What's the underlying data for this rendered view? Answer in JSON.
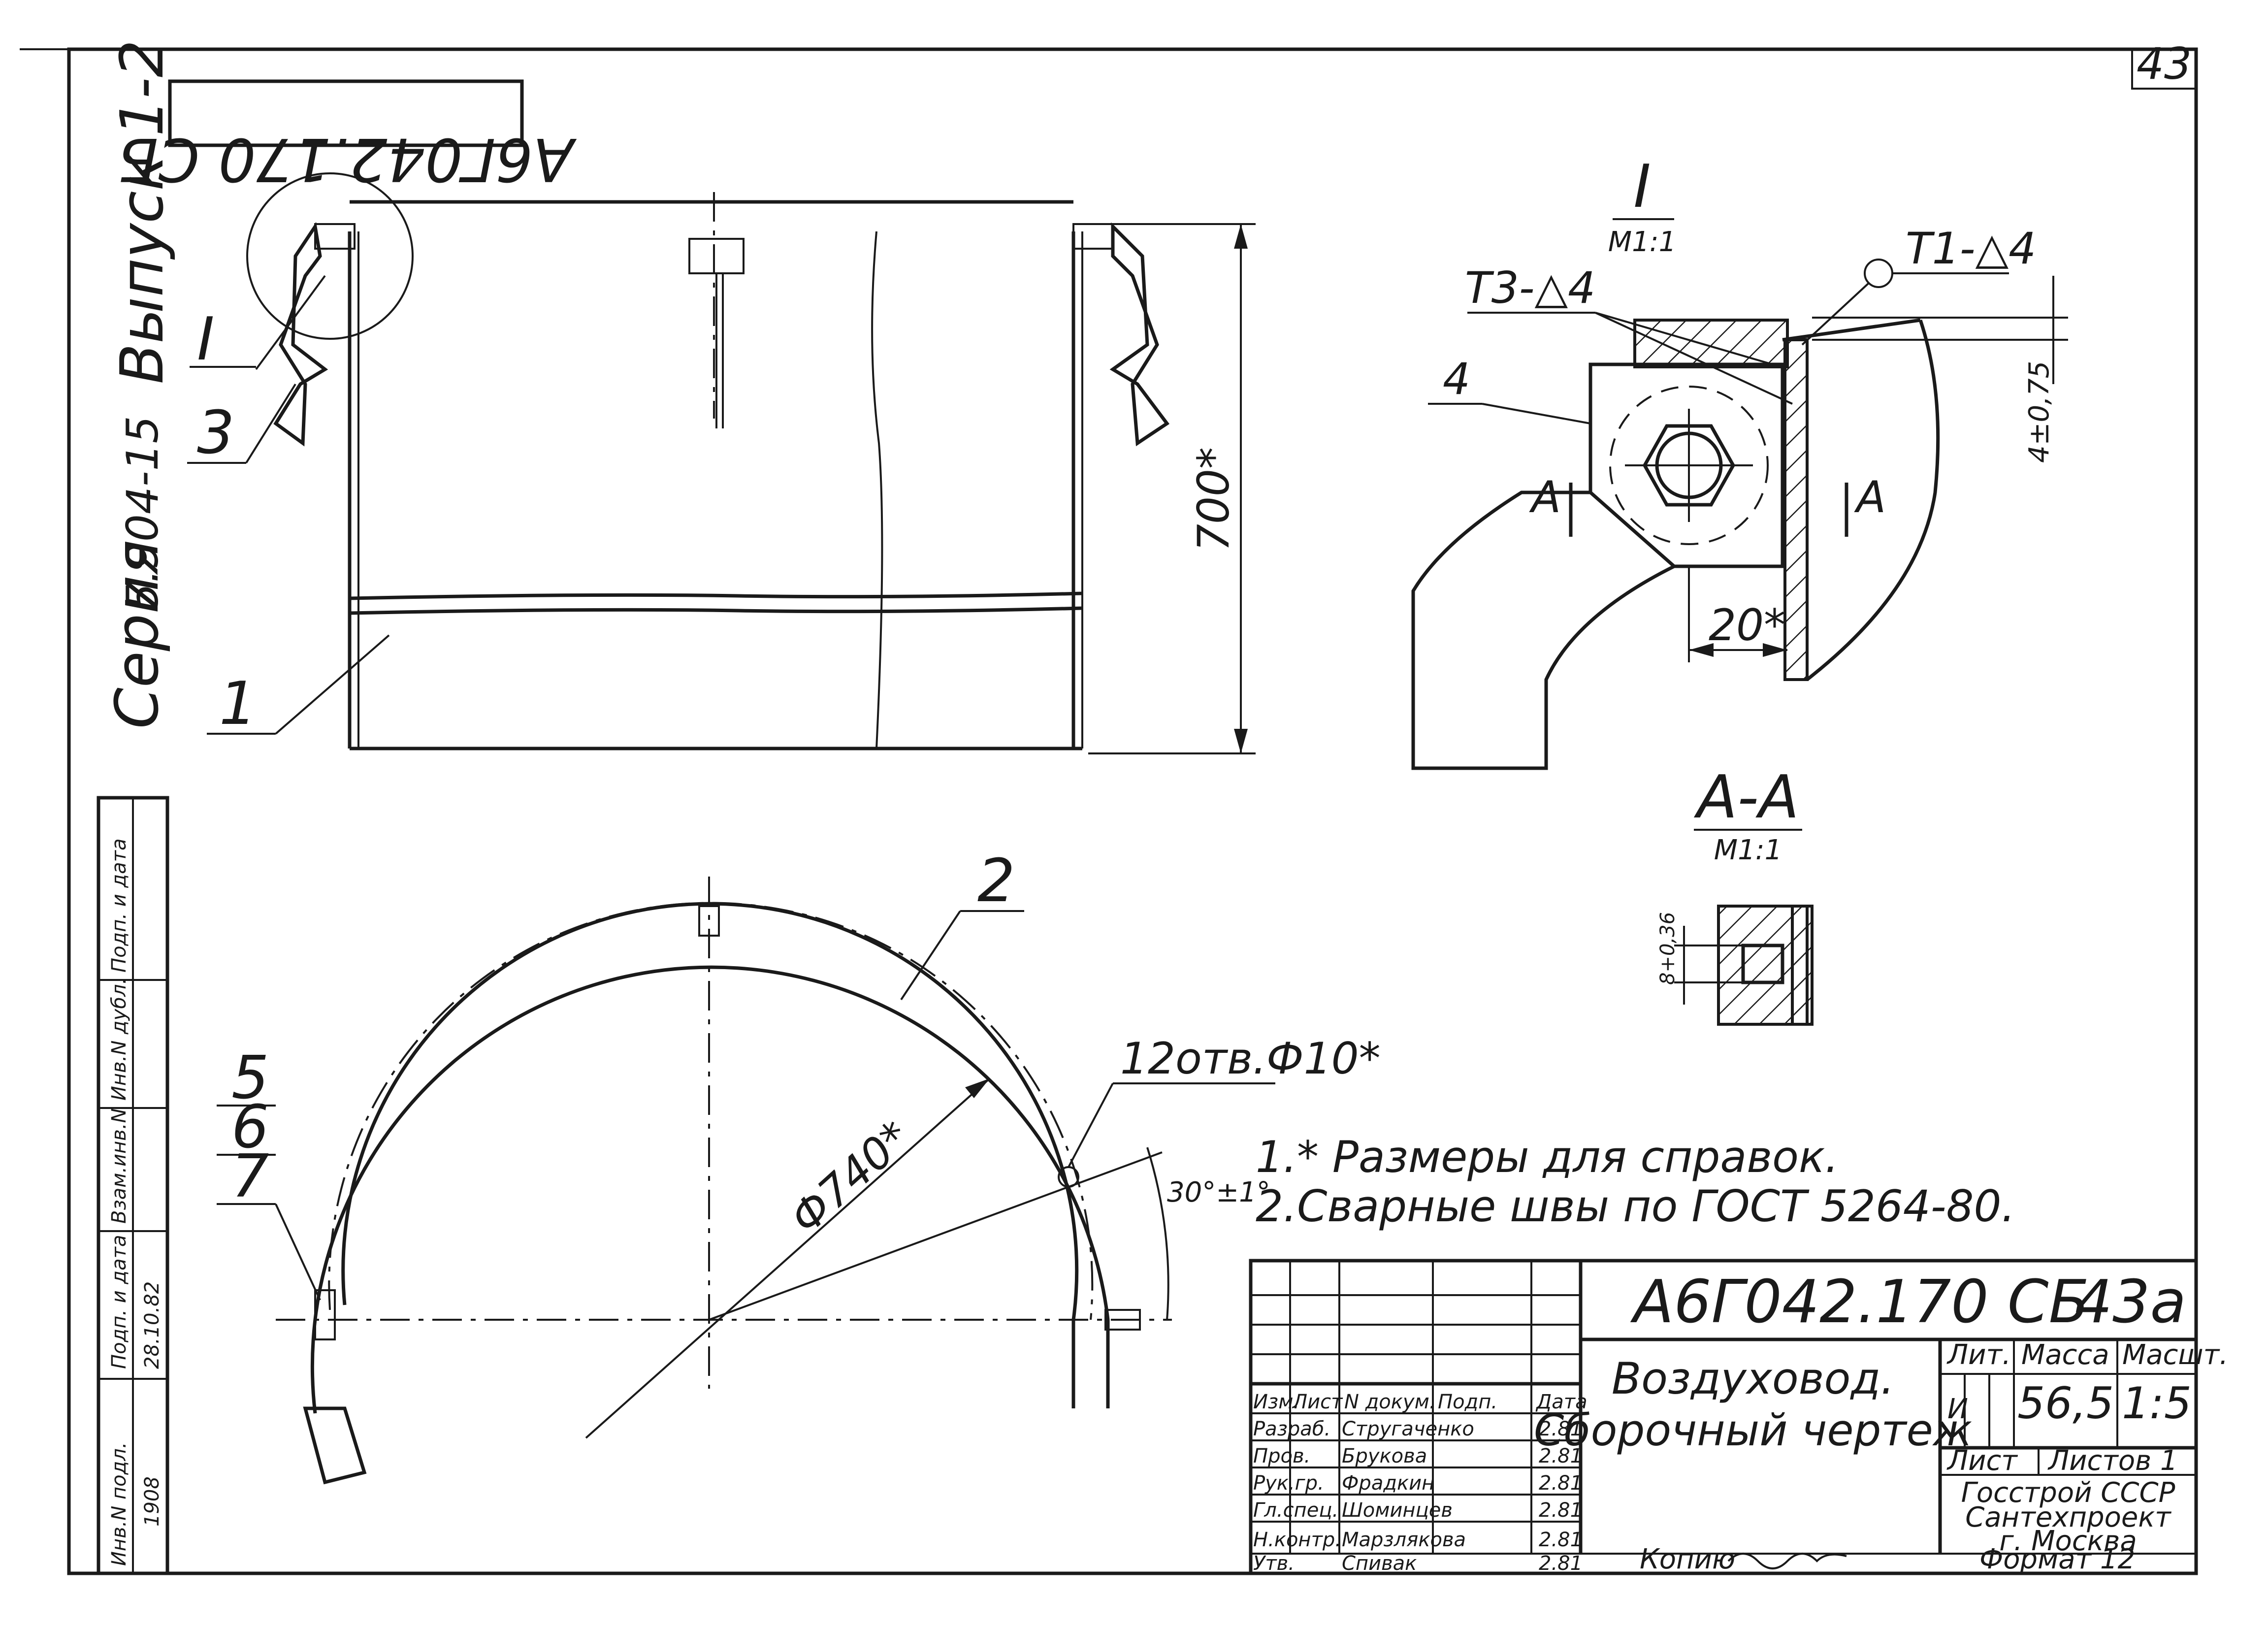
{
  "sheet": {
    "page_number": "43",
    "top_code_mirrored": "А6Г042.170 СБ",
    "series_label": "Серия",
    "series_value": "5.904-15",
    "issue_label": "Выпуск 1-2"
  },
  "side_stamp": {
    "columns": [
      "Инв.N подл.",
      "Подп. и дата",
      "Взам.инв.N",
      "Инв.N дубл.",
      "Подп. и дата"
    ],
    "values": [
      "1908",
      "28.10.82"
    ]
  },
  "front_view": {
    "dimension_height": "700*",
    "parts": [
      "1",
      "3"
    ],
    "detail_ref": "I"
  },
  "detail_I": {
    "title": "I",
    "scale": "М1:1",
    "weld_left": "Т3-△4",
    "weld_right": "Т1-△4",
    "part": "4",
    "section_mark": "А",
    "dim_thickness": "4±0,75",
    "dim_width": "20*"
  },
  "section_AA": {
    "title": "А-А",
    "scale": "М1:1",
    "dim": "8+0,36"
  },
  "plan_view": {
    "parts": [
      "2",
      "5",
      "6",
      "7"
    ],
    "diameter": "Ф740*",
    "holes": "12отв.Ф10*",
    "angle": "30°±1°"
  },
  "notes": [
    "1.* Размеры для справок.",
    "2.Сварные швы по ГОСТ 5264-80."
  ],
  "title_block": {
    "designation": "А6Г042.170 СБ",
    "sheet_mark": "43а",
    "name_line1": "Воздуховод.",
    "name_line2": "Сборочный чертеж",
    "header": {
      "lit": "Лит.",
      "mass": "Масса",
      "scale": "Масшт."
    },
    "lit_value": "И",
    "mass_value": "56,5",
    "scale_value": "1:5",
    "sheet_label": "Лист",
    "sheets_label": "Листов 1",
    "org_line1": "Госстрой СССР",
    "org_line2": "Сантехпроект",
    "org_line3": "г. Москва",
    "revision_header": [
      "Изм.",
      "Лист",
      "N докум.",
      "Подп.",
      "Дата"
    ],
    "roles": [
      {
        "role": "Разраб.",
        "name": "Стругаченко",
        "date": "2.81"
      },
      {
        "role": "Пров.",
        "name": "Брукова",
        "date": "2.81"
      },
      {
        "role": "Рук.гр.",
        "name": "Фрадкин",
        "date": "2.81"
      },
      {
        "role": "Гл.спец.",
        "name": "Шоминцев",
        "date": "2.81"
      },
      {
        "role": "Н.контр.",
        "name": "Марзлякова",
        "date": "2.81"
      },
      {
        "role": "Утв.",
        "name": "Спивак",
        "date": "2.81"
      }
    ],
    "copied_label": "Копию",
    "format_label": "Формат 12"
  }
}
